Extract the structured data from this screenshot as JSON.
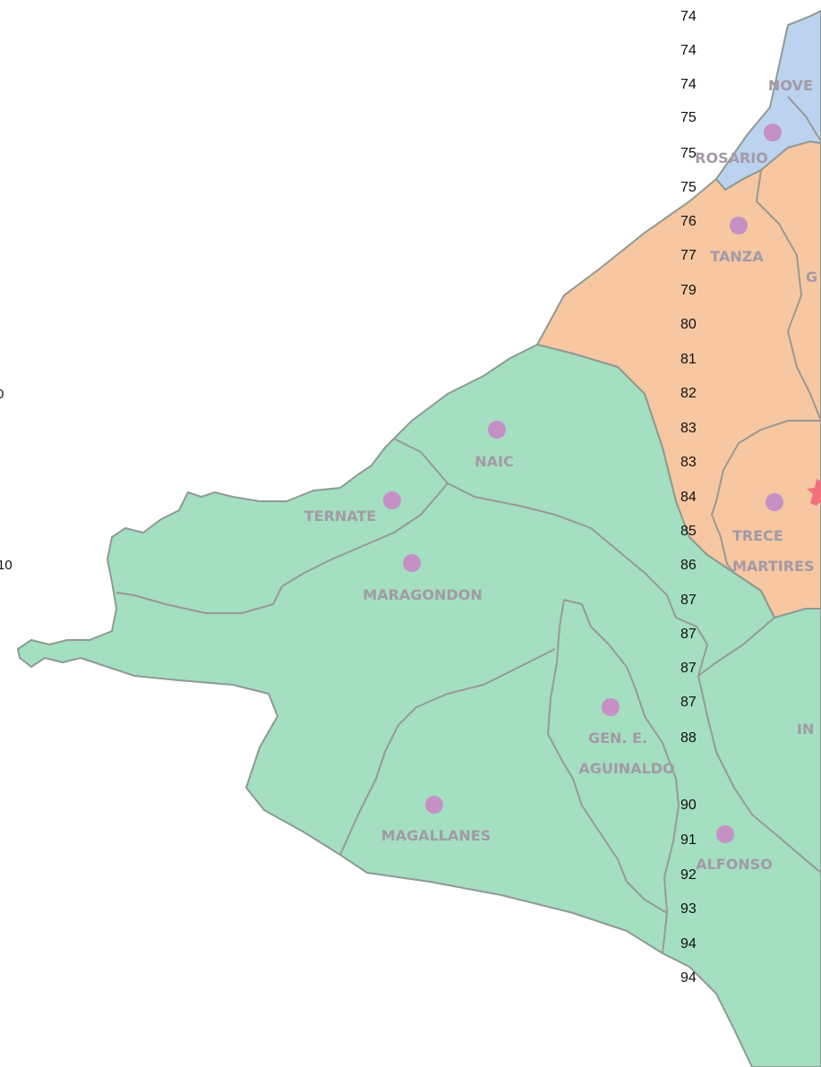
{
  "map": {
    "places": {
      "noveleta": "NOVE",
      "rosario": "ROSARIO",
      "tanza": "TANZA",
      "gma": "G",
      "naic": "NAIC",
      "ternate": "TERNATE",
      "maragondon": "MARAGONDON",
      "trece_line1": "TRECE",
      "trece_line2": "MARTIRES",
      "indang": "IN",
      "gen_line1": "GEN. E.",
      "gen_line2": "AGUINALDO",
      "magallanes": "MAGALLANES",
      "alfonso": "ALFONSO"
    },
    "colors": {
      "green": "#a3dfc0",
      "peach": "#f6c7a1",
      "blue": "#bcd3ef",
      "marker": "#c591c5",
      "capital_star": "#f2707b"
    }
  },
  "scale_values": [
    "74",
    "74",
    "74",
    "75",
    "75",
    "75",
    "76",
    "77",
    "79",
    "80",
    "81",
    "82",
    "83",
    "83",
    "84",
    "85",
    "86",
    "87",
    "87",
    "87",
    "87",
    "88",
    "90",
    "91",
    "92",
    "93",
    "94",
    "94"
  ],
  "edge_labels": {
    "upper": "0",
    "lower": "10"
  }
}
